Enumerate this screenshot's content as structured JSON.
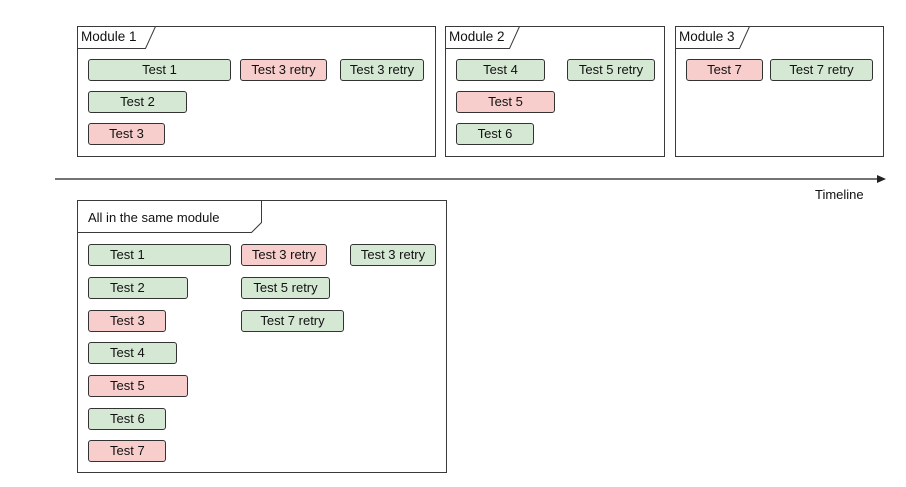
{
  "colors": {
    "pass": "#d5e8d4",
    "fail": "#f8cecc",
    "border": "#333333"
  },
  "timeline": {
    "label": "Timeline"
  },
  "modules": [
    {
      "label": "Module 1",
      "tests": [
        {
          "label": "Test 1",
          "status": "pass"
        },
        {
          "label": "Test 3 retry",
          "status": "fail"
        },
        {
          "label": "Test 3 retry",
          "status": "pass"
        },
        {
          "label": "Test 2",
          "status": "pass"
        },
        {
          "label": "Test 3",
          "status": "fail"
        }
      ]
    },
    {
      "label": "Module 2",
      "tests": [
        {
          "label": "Test 4",
          "status": "pass"
        },
        {
          "label": "Test 5 retry",
          "status": "pass"
        },
        {
          "label": "Test 5",
          "status": "fail"
        },
        {
          "label": "Test 6",
          "status": "pass"
        }
      ]
    },
    {
      "label": "Module 3",
      "tests": [
        {
          "label": "Test 7",
          "status": "fail"
        },
        {
          "label": "Test 7 retry",
          "status": "pass"
        }
      ]
    }
  ],
  "same_module": {
    "label": "All in the same module",
    "tests": [
      {
        "label": "Test 1",
        "status": "pass"
      },
      {
        "label": "Test 3 retry",
        "status": "fail"
      },
      {
        "label": "Test 3 retry",
        "status": "pass"
      },
      {
        "label": "Test 2",
        "status": "pass"
      },
      {
        "label": "Test 5 retry",
        "status": "pass"
      },
      {
        "label": "Test 3",
        "status": "fail"
      },
      {
        "label": "Test 7 retry",
        "status": "pass"
      },
      {
        "label": "Test 4",
        "status": "pass"
      },
      {
        "label": "Test 5",
        "status": "fail"
      },
      {
        "label": "Test 6",
        "status": "pass"
      },
      {
        "label": "Test 7",
        "status": "fail"
      }
    ]
  }
}
